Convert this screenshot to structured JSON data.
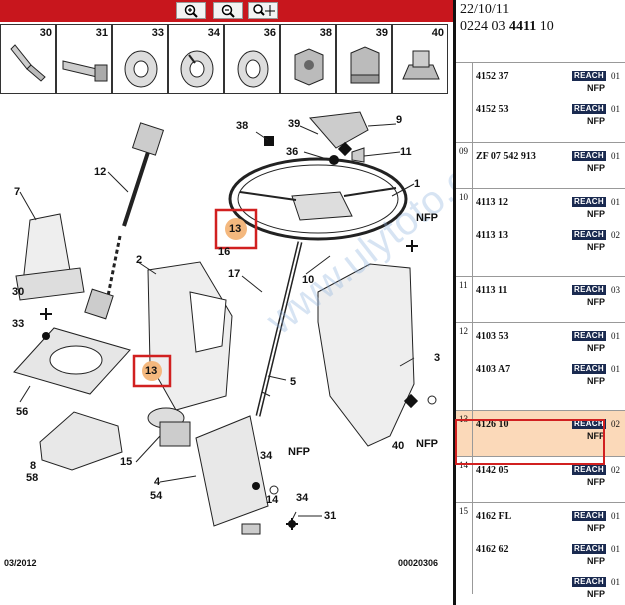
{
  "header": {
    "date": "22/10/11",
    "reference_prefix": "0224 03 ",
    "reference_bold": "4411",
    "reference_suffix": " 10"
  },
  "toolbar": {
    "zoom_in_icon": "zoom-in-icon",
    "zoom_out_icon": "zoom-out-icon",
    "zoom_pan_icon": "zoom-pan-icon",
    "bar_color": "#c8161d"
  },
  "thumbnails": [
    "30",
    "31",
    "33",
    "34",
    "36",
    "38",
    "39",
    "40"
  ],
  "diagram": {
    "labels": [
      "38",
      "39",
      "9",
      "36",
      "11",
      "12",
      "1",
      "7",
      "13",
      "NFP",
      "16",
      "17",
      "2",
      "10",
      "30",
      "33",
      "13",
      "56",
      "3",
      "5",
      "40",
      "NFP",
      "15",
      "34",
      "NFP",
      "4",
      "54",
      "8",
      "58",
      "14",
      "34",
      "31"
    ],
    "footer_left": "03/2012",
    "footer_right": "00020306",
    "highlight_color": "#d12020",
    "highlight_fill": "#f4b87e"
  },
  "parts_list": {
    "badge_label": "REACH",
    "badge_color": "#1a2a50",
    "selected_color": "#fbd9b9",
    "groups": [
      {
        "num": "",
        "entries": [
          {
            "code": "4152 37",
            "badge": "REACH",
            "nfp": "NFP",
            "idx": "01"
          },
          {
            "code": "4152 53",
            "badge": "REACH",
            "nfp": "NFP",
            "idx": "01"
          }
        ]
      },
      {
        "num": "09",
        "entries": [
          {
            "code": "ZF 07 542 913",
            "badge": "REACH",
            "nfp": "NFP",
            "idx": "01"
          }
        ]
      },
      {
        "num": "10",
        "entries": [
          {
            "code": "4113 12",
            "badge": "REACH",
            "nfp": "NFP",
            "idx": "01"
          },
          {
            "code": "4113 13",
            "badge": "REACH",
            "nfp": "NFP",
            "idx": "02"
          }
        ]
      },
      {
        "num": "11",
        "entries": [
          {
            "code": "4113 11",
            "badge": "REACH",
            "nfp": "NFP",
            "idx": "03"
          }
        ]
      },
      {
        "num": "12",
        "entries": [
          {
            "code": "4103 53",
            "badge": "REACH",
            "nfp": "NFP",
            "idx": "01"
          },
          {
            "code": "4103 A7",
            "badge": "REACH",
            "nfp": "NFP",
            "idx": "01"
          }
        ]
      },
      {
        "num": "13",
        "selected": true,
        "entries": [
          {
            "code": "4126 10",
            "badge": "REACH",
            "nfp": "NFP",
            "idx": "02"
          }
        ]
      },
      {
        "num": "14",
        "entries": [
          {
            "code": "4142 05",
            "badge": "REACH",
            "nfp": "NFP",
            "idx": "02"
          }
        ]
      },
      {
        "num": "15",
        "entries": [
          {
            "code": "4162 FL",
            "badge": "REACH",
            "nfp": "NFP",
            "idx": "01"
          },
          {
            "code": "4162 62",
            "badge": "REACH",
            "nfp": "NFP",
            "idx": "01"
          },
          {
            "code": "",
            "badge": "REACH",
            "nfp": "NFP",
            "idx": "01"
          }
        ]
      }
    ]
  }
}
